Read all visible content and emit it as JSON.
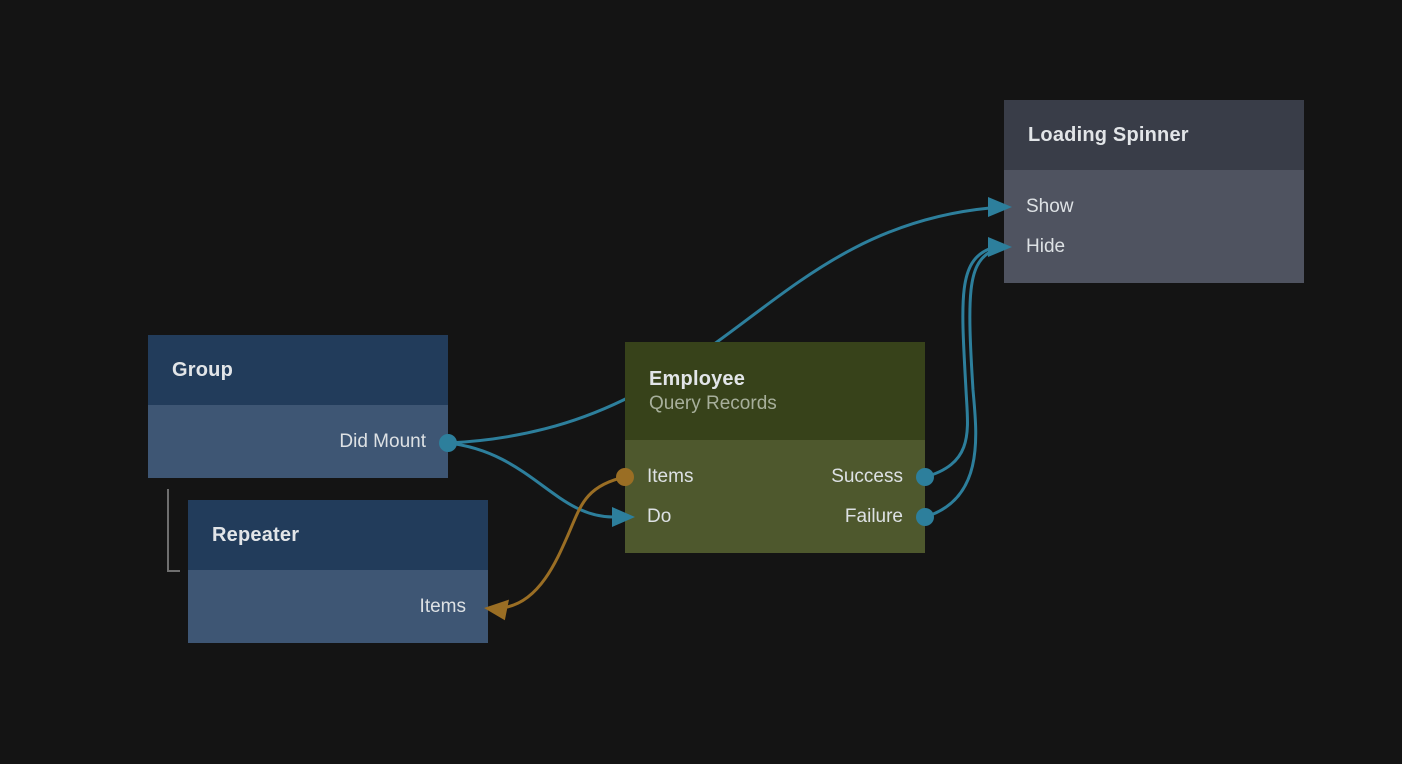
{
  "colors": {
    "background": "#141414",
    "edge_teal": "#2d7f9c",
    "edge_orange": "#9a6e24",
    "hierarchy_gray": "#6f6f6f",
    "blue_header": "#223c5b",
    "blue_body": "#3e5674",
    "green_header": "#37421a",
    "green_body": "#4e582d",
    "slate_header": "#393d48",
    "slate_body": "#4f5360",
    "title_text": "#e2e5e8",
    "label_text": "#dde1e4",
    "subtitle_text": "#a7af9b"
  },
  "nodes": {
    "group": {
      "title": "Group",
      "rows": {
        "did_mount": "Did Mount"
      }
    },
    "repeater": {
      "title": "Repeater",
      "rows": {
        "items": "Items"
      }
    },
    "employee": {
      "title": "Employee",
      "subtitle": "Query Records",
      "rows": {
        "items": "Items",
        "do": "Do",
        "success": "Success",
        "failure": "Failure"
      }
    },
    "loading_spinner": {
      "title": "Loading Spinner",
      "rows": {
        "show": "Show",
        "hide": "Hide"
      }
    }
  },
  "ports": [
    {
      "node": "Group",
      "label": "Did Mount",
      "kind": "output",
      "shape": "circle",
      "color": "teal"
    },
    {
      "node": "Employee",
      "label": "Items",
      "kind": "output",
      "shape": "circle",
      "color": "orange"
    },
    {
      "node": "Employee",
      "label": "Do",
      "kind": "input",
      "shape": "arrow",
      "color": "teal"
    },
    {
      "node": "Employee",
      "label": "Success",
      "kind": "output",
      "shape": "circle",
      "color": "teal"
    },
    {
      "node": "Employee",
      "label": "Failure",
      "kind": "output",
      "shape": "circle",
      "color": "teal"
    },
    {
      "node": "Loading Spinner",
      "label": "Show",
      "kind": "input",
      "shape": "arrow",
      "color": "teal"
    },
    {
      "node": "Loading Spinner",
      "label": "Hide",
      "kind": "input",
      "shape": "arrow",
      "color": "teal"
    },
    {
      "node": "Repeater",
      "label": "Items",
      "kind": "input",
      "shape": "arrow",
      "color": "orange"
    }
  ],
  "edges": [
    {
      "from": "Group / Did Mount",
      "to": "Loading Spinner / Show",
      "color": "teal"
    },
    {
      "from": "Group / Did Mount",
      "to": "Employee / Do",
      "color": "teal"
    },
    {
      "from": "Employee / Success",
      "to": "Loading Spinner / Hide",
      "color": "teal"
    },
    {
      "from": "Employee / Failure",
      "to": "Loading Spinner / Hide",
      "color": "teal"
    },
    {
      "from": "Employee / Items",
      "to": "Repeater / Items",
      "color": "orange"
    },
    {
      "from": "Group",
      "to": "Repeater",
      "type": "hierarchy",
      "color": "gray"
    }
  ]
}
